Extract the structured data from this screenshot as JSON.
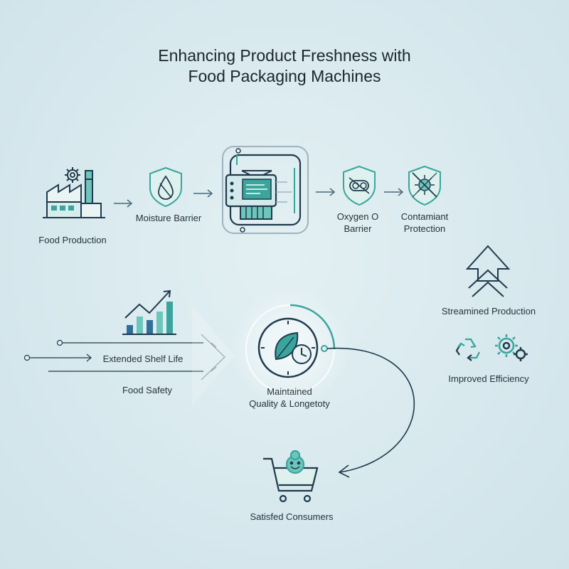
{
  "title_line1": "Enhancing Product Freshness with",
  "title_line2": "Food Packaging Machines",
  "nodes": {
    "food_production": "Food Production",
    "moisture_barrier": "Moisture Barrier",
    "oxygen_barrier_line1": "Oxygen O",
    "oxygen_barrier_line2": "Barrier",
    "contaminant_line1": "Contamiant",
    "contaminant_line2": "Protection",
    "streamlined_production": "Streamined Production",
    "improved_efficiency": "Improved Efficiency",
    "extended_shelf_life": "Extended Shelf Life",
    "food_safety": "Food Safety",
    "maintained_line1": "Maintained",
    "maintained_line2": "Quality & Longetoty",
    "satisfied_consumers": "Satisfed Consumers"
  },
  "colors": {
    "teal": "#3aa59d",
    "navy": "#1f3a4c",
    "accent_blue": "#2f6f9a",
    "light_teal": "#6ec5bb"
  }
}
